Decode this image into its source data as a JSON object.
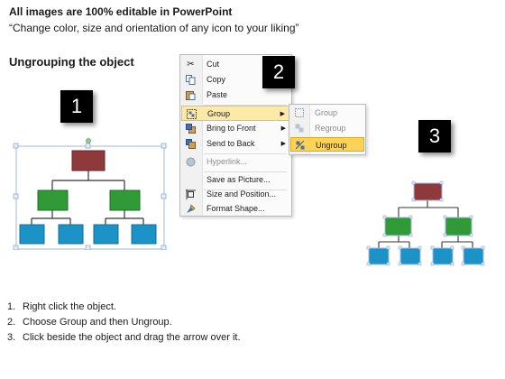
{
  "header": {
    "line1": "All images are 100% editable in PowerPoint",
    "line2": "“Change color, size and orientation of any icon to your liking”"
  },
  "section_title": "Ungrouping the object",
  "badges": [
    "1",
    "2",
    "3"
  ],
  "context_menu": {
    "items": [
      {
        "icon": "scissors-icon",
        "label": "Cut",
        "disabled": false,
        "submenu": false
      },
      {
        "icon": "copy-icon",
        "label": "Copy",
        "disabled": false,
        "submenu": false
      },
      {
        "icon": "paste-icon",
        "label": "Paste",
        "disabled": false,
        "submenu": false
      },
      {
        "icon": "group-icon",
        "label": "Group",
        "disabled": false,
        "submenu": true,
        "highlighted": true
      },
      {
        "icon": "bring-to-front-icon",
        "label": "Bring to Front",
        "disabled": false,
        "submenu": true
      },
      {
        "icon": "send-to-back-icon",
        "label": "Send to Back",
        "disabled": false,
        "submenu": true
      },
      {
        "icon": "hyperlink-icon",
        "label": "Hyperlink...",
        "disabled": true,
        "submenu": false
      },
      {
        "icon": "save-picture-icon",
        "label": "Save as Picture...",
        "disabled": false,
        "submenu": false
      },
      {
        "icon": "size-position-icon",
        "label": "Size and Position...",
        "disabled": false,
        "submenu": false
      },
      {
        "icon": "format-shape-icon",
        "label": "Format Shape...",
        "disabled": false,
        "submenu": false
      }
    ]
  },
  "group_submenu": {
    "items": [
      {
        "icon": "group-icon",
        "label": "Group",
        "disabled": true
      },
      {
        "icon": "regroup-icon",
        "label": "Regroup",
        "disabled": true
      },
      {
        "icon": "ungroup-icon",
        "label": "Ungroup",
        "disabled": false,
        "highlighted": true
      }
    ]
  },
  "steps": [
    {
      "num": "1.",
      "text": "Right click the object."
    },
    {
      "num": "2.",
      "text": "Choose Group and then Ungroup."
    },
    {
      "num": "3.",
      "text": "Click beside the object and drag the arrow over it."
    }
  ],
  "colors": {
    "top_box": "#8e3a3c",
    "mid_box": "#2f9a36",
    "leaf_box": "#1b93c6",
    "menu_highlight": "#fde9a8",
    "submenu_highlight": "#fbd457",
    "badge": "#000000"
  }
}
